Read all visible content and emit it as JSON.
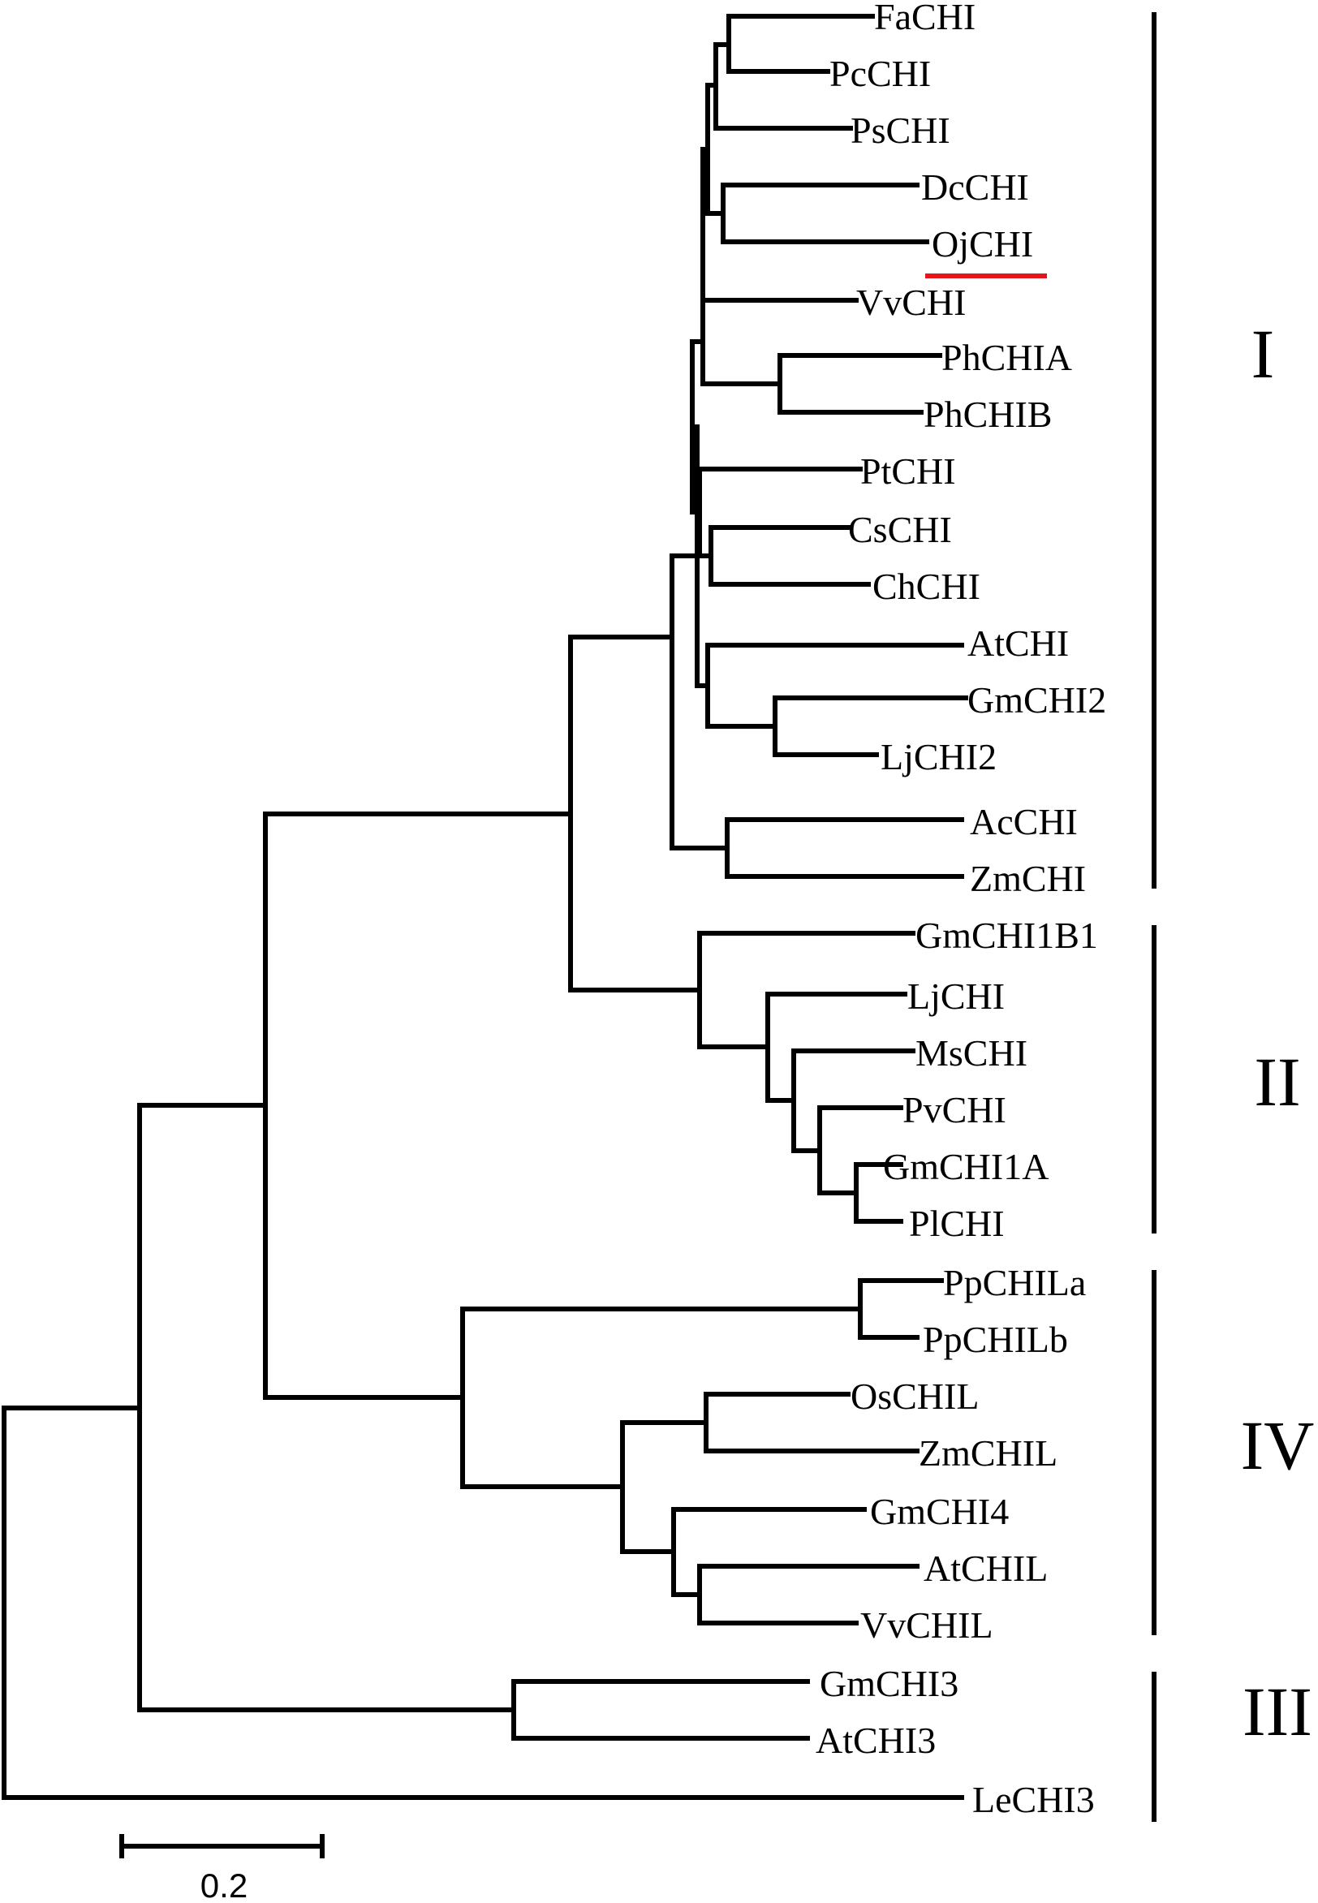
{
  "tree": {
    "leaves": [
      "FaCHI",
      "PcCHI",
      "PsCHI",
      "DcCHI",
      "OjCHI",
      "VvCHI",
      "PhCHIA",
      "PhCHIB",
      "PtCHI",
      "CsCHI",
      "ChCHI",
      "AtCHI",
      "GmCHI2",
      "LjCHI2",
      "AcCHI",
      "ZmCHI",
      "GmCHI1B1",
      "LjCHI",
      "MsCHI",
      "PvCHI",
      "GmCHI1A",
      "PlCHI",
      "PpCHILa",
      "PpCHILb",
      "OsCHIL",
      "ZmCHIL",
      "GmCHI4",
      "AtCHIL",
      "VvCHIL",
      "GmCHI3",
      "AtCHI3",
      "LeCHI3"
    ],
    "highlighted_leaf": "OjCHI",
    "highlight_color": "#e8141c"
  },
  "clades": [
    {
      "label": "I"
    },
    {
      "label": "II"
    },
    {
      "label": "IV"
    },
    {
      "label": "III"
    }
  ],
  "scale_bar": {
    "label": "0.2"
  }
}
